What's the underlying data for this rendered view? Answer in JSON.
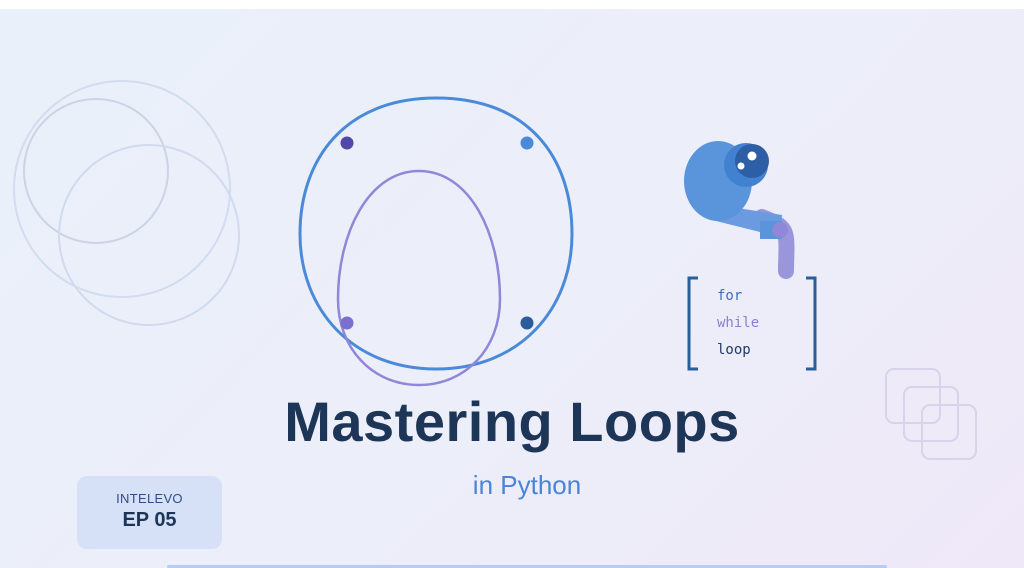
{
  "title": "Mastering Loops",
  "subtitle": "in Python",
  "badge": {
    "brand": "INTELEVO",
    "episode": "EP 05"
  },
  "keywords": [
    "for",
    "while",
    "loop"
  ],
  "colors": {
    "title": "#1d3557",
    "subtitle": "#4a84d6",
    "accent_blue": "#4a8ad8",
    "accent_purple": "#8f87d8",
    "kw_for": "#3d6fb8",
    "kw_while": "#8a7fd2",
    "kw_loop": "#1f3a66"
  }
}
